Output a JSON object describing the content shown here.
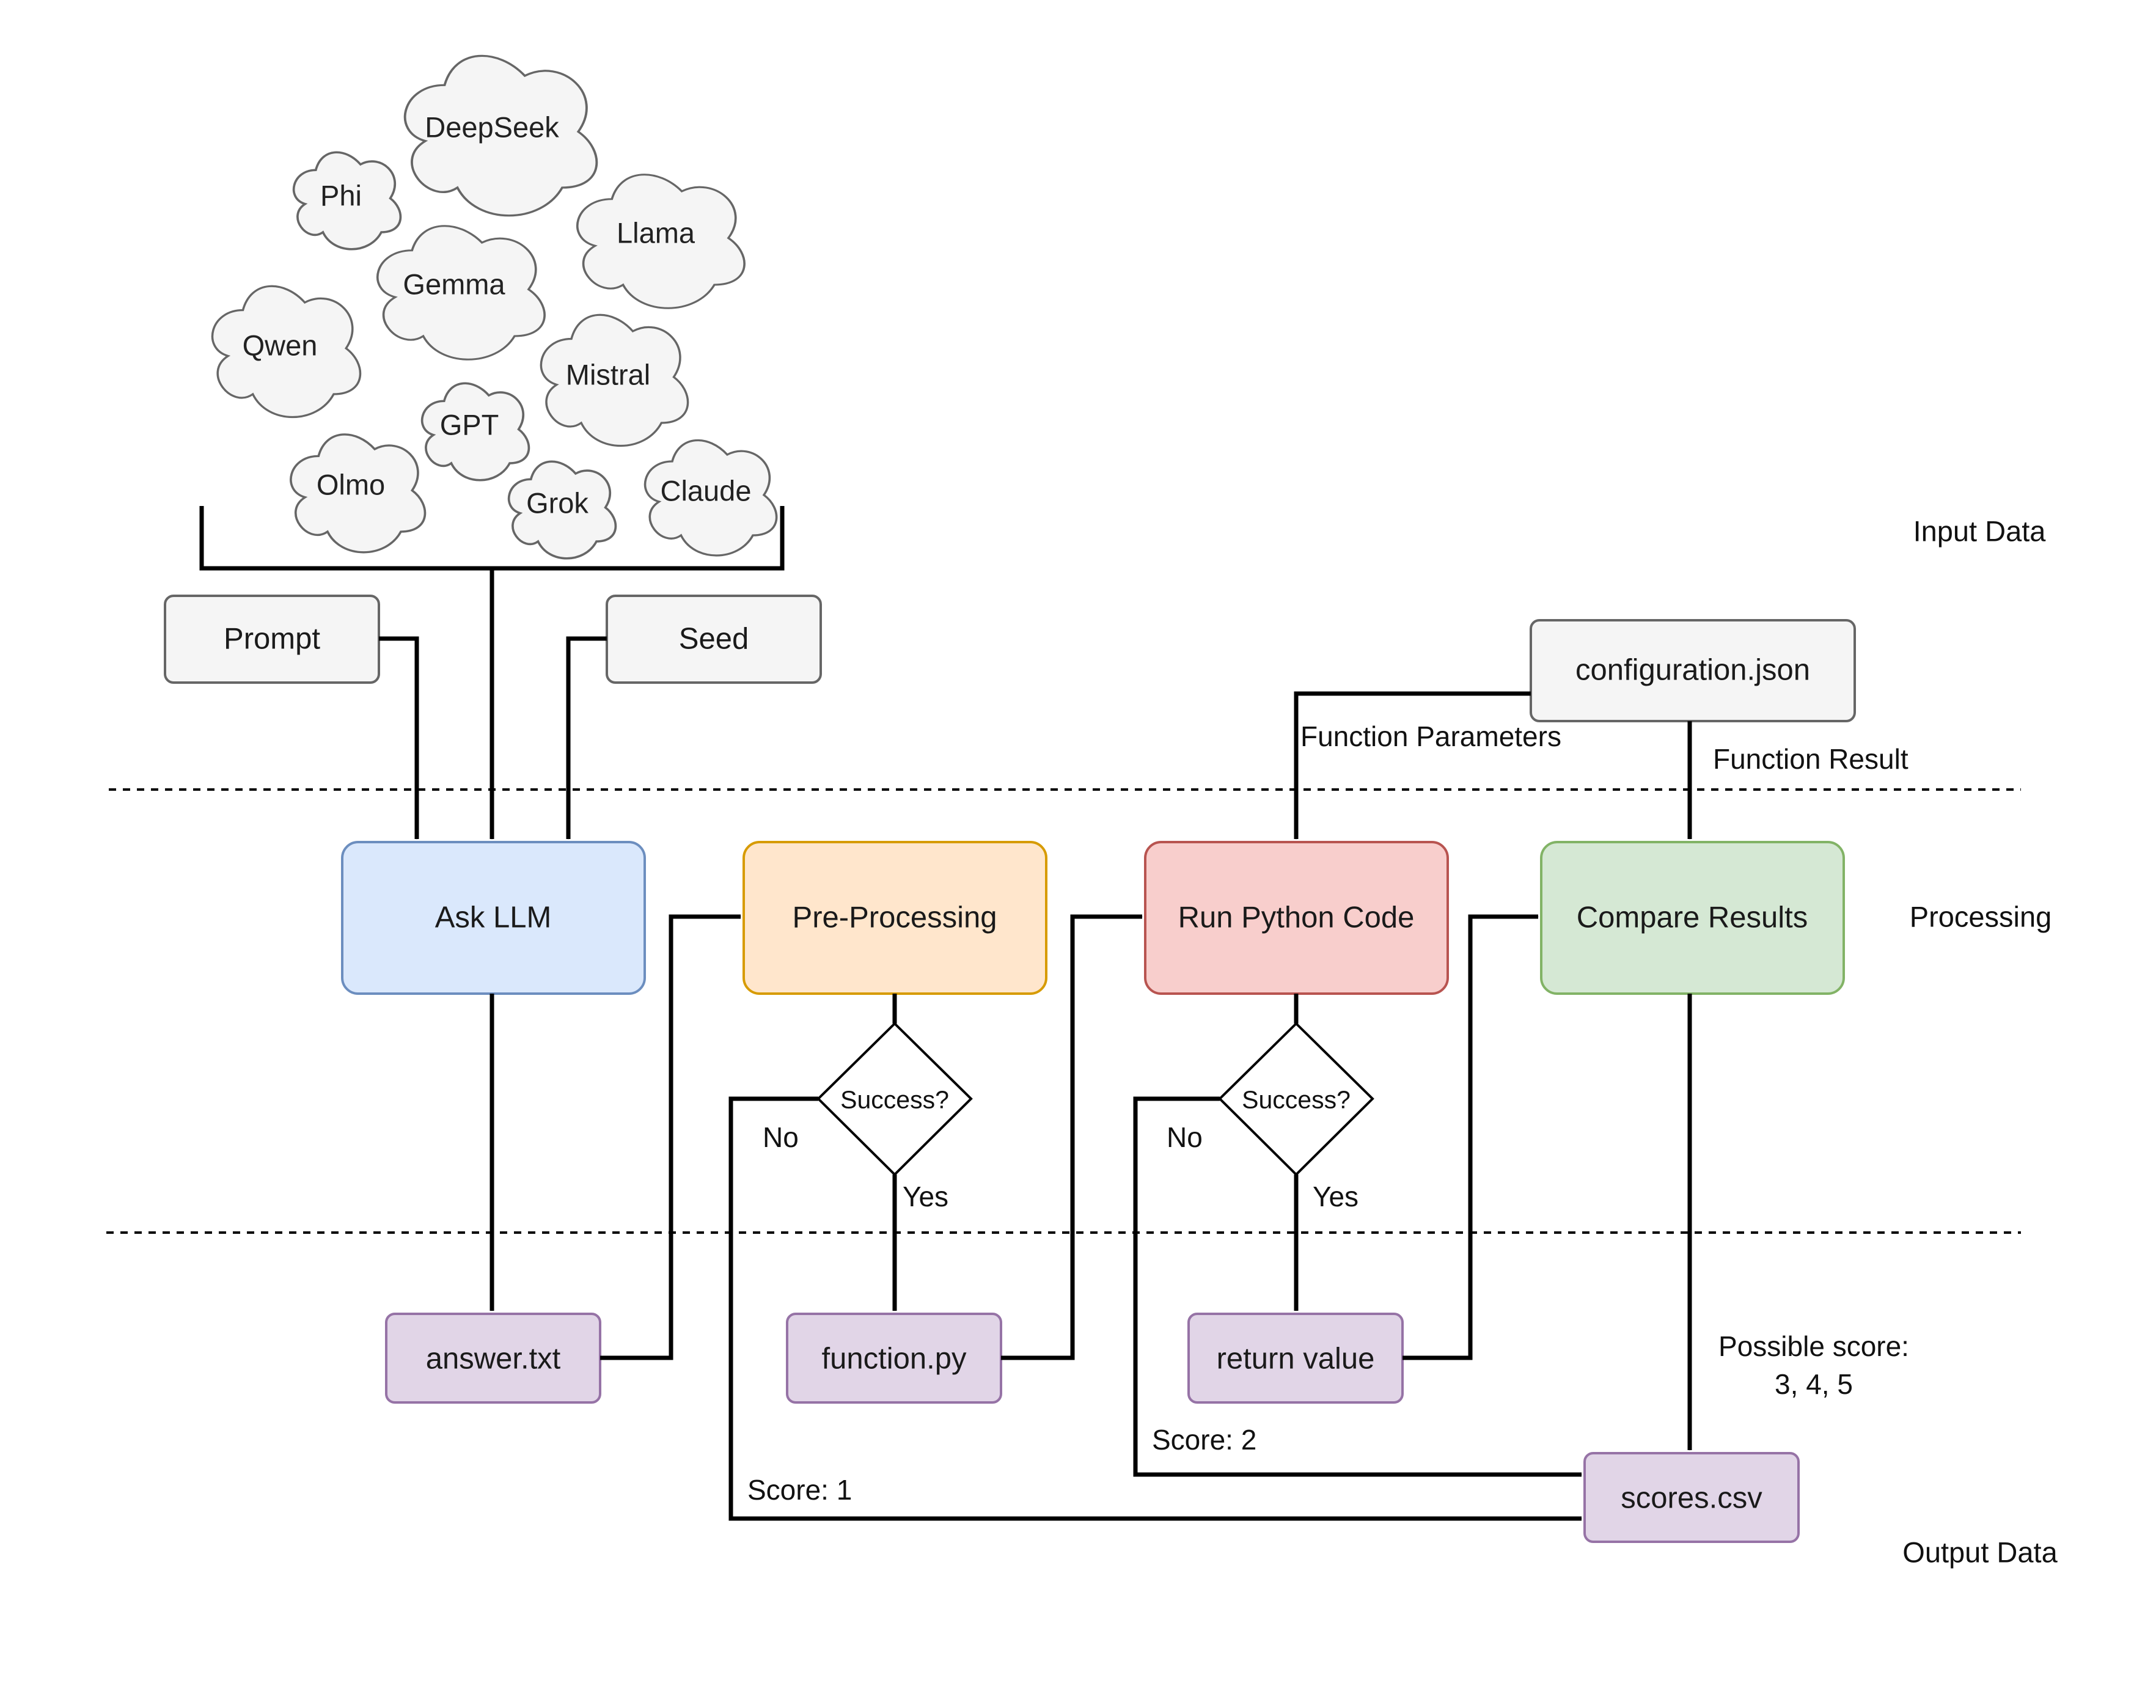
{
  "models": [
    "DeepSeek",
    "Phi",
    "Llama",
    "Gemma",
    "Qwen",
    "Mistral",
    "GPT",
    "Olmo",
    "Grok",
    "Claude"
  ],
  "inputs": {
    "prompt": "Prompt",
    "seed": "Seed",
    "config": "configuration.json"
  },
  "process": {
    "ask": "Ask LLM",
    "preprocess": "Pre-Processing",
    "run": "Run Python Code",
    "compare": "Compare Results"
  },
  "decisions": {
    "pre": "Success?",
    "run": "Success?"
  },
  "outputs": {
    "answer": "answer.txt",
    "function": "function.py",
    "return_value": "return value",
    "scores": "scores.csv"
  },
  "edge_labels": {
    "function_parameters": "Function Parameters",
    "function_result": "Function Result",
    "no_pre": "No",
    "yes_pre": "Yes",
    "no_run": "No",
    "yes_run": "Yes",
    "score_1": "Score: 1",
    "score_2": "Score: 2",
    "possible_score": "Possible score:\n3, 4, 5"
  },
  "sections": {
    "input": "Input Data",
    "processing": "Processing",
    "output": "Output Data"
  },
  "colors": {
    "ask_fill": "#dae8fc",
    "ask_stroke": "#6c8ebf",
    "pre_fill": "#ffe6cc",
    "pre_stroke": "#d79b00",
    "run_fill": "#f8cecc",
    "run_stroke": "#b85450",
    "compare_fill": "#d5e8d4",
    "compare_stroke": "#82b366",
    "output_fill": "#e1d5e7",
    "output_stroke": "#9673a6",
    "input_fill": "#f5f5f5",
    "input_stroke": "#666666"
  }
}
